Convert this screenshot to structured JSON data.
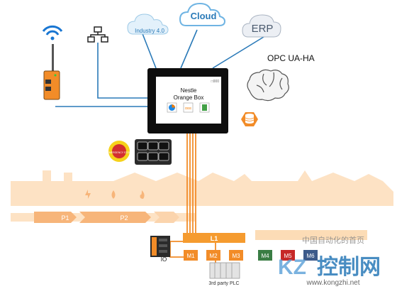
{
  "hmi": {
    "title_line1": "Nestle",
    "title_line2": "Orange Box",
    "corner_label": "□000",
    "apps": [
      {
        "icon": "pie-chart-icon",
        "color": "#1e88e5"
      },
      {
        "icon": "oee-icon",
        "label": "OEE",
        "color": "#f57c00"
      },
      {
        "icon": "document-icon",
        "color": "#43a047"
      }
    ]
  },
  "clouds": {
    "industry": "Industry 4.0",
    "cloud": "Cloud",
    "erp": "ERP"
  },
  "opc_label": "OPC UA-HA",
  "process_steps": [
    "P1",
    "P2"
  ],
  "bus": {
    "label": "L1",
    "modules_left": [
      "M1",
      "M2",
      "M3"
    ],
    "modules_right": [
      "M4",
      "M5",
      "M6"
    ]
  },
  "io_label": "IO",
  "plc_label": "3rd party PLC",
  "emergency_label": "EMERGENCY STOP",
  "watermark": {
    "small": "中国自动化的首页",
    "big": "控制网",
    "url": "www.kongzhi.net"
  },
  "colors": {
    "orange": "#f28c28",
    "orange_light": "#fcdcb8",
    "bus_orange": "#f59b2f",
    "green": "#3a7d44",
    "red": "#c62828",
    "wire_blue": "#2a7ab8"
  }
}
